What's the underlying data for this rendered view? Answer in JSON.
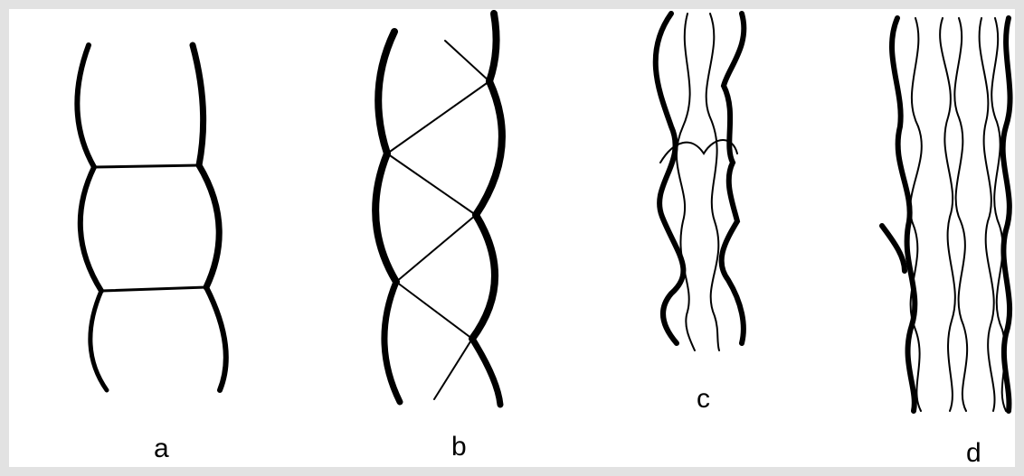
{
  "figure": {
    "labels": {
      "a": "a",
      "b": "b",
      "c": "c",
      "d": "d"
    },
    "colors": {
      "border": "#e2e2e2",
      "stroke": "#000000",
      "background": "#ffffff"
    }
  }
}
